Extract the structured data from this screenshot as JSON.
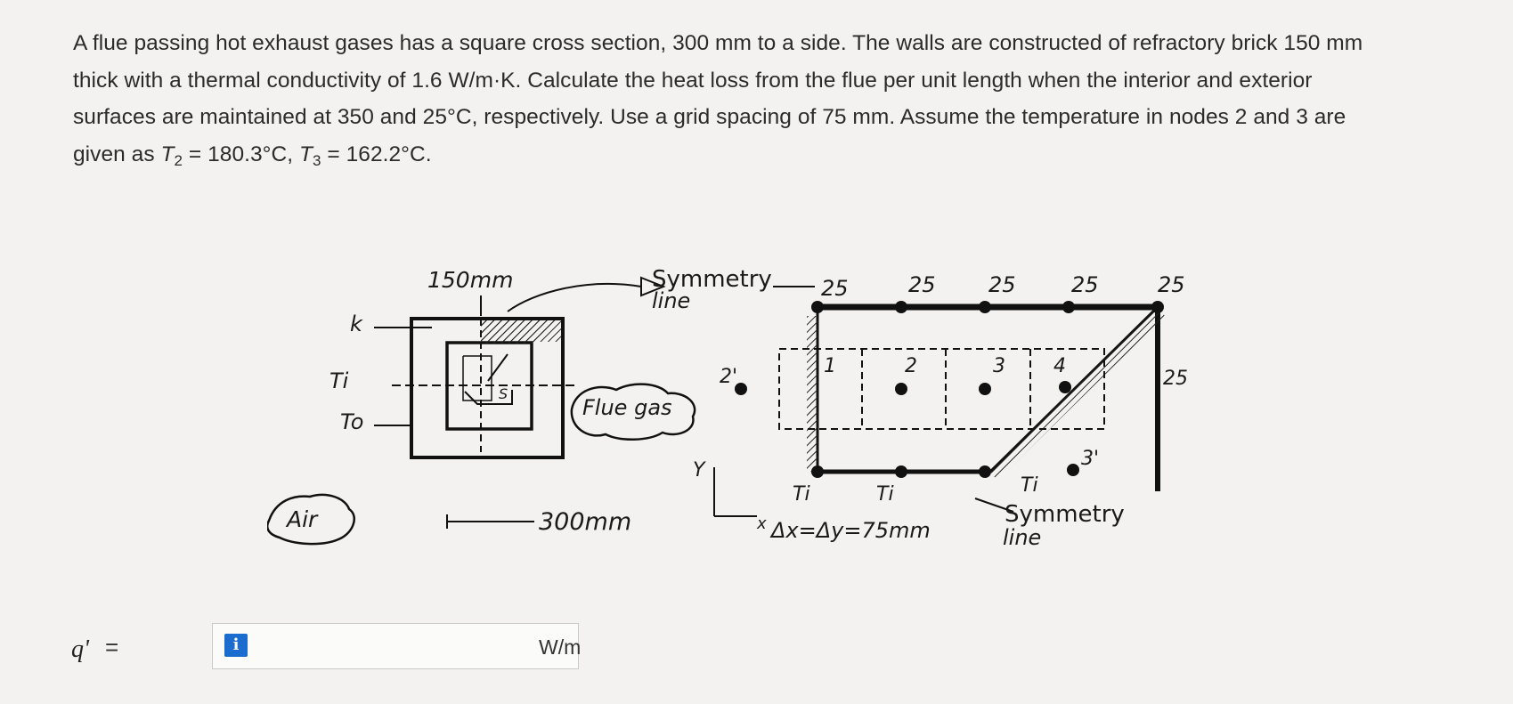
{
  "problem": {
    "line1": "A flue passing hot exhaust gases has a square cross section, 300 mm to a side. The walls are constructed of refractory brick 150 mm",
    "line2": "thick with a thermal conductivity of 1.6 W/m·K. Calculate the heat loss from the flue per unit length when the interior and exterior",
    "line3": "surfaces are maintained at 350 and 25°C, respectively. Use a grid spacing of 75 mm. Assume the temperature in nodes 2 and 3 are",
    "line4_prefix": "given as ",
    "T2_sym": "T",
    "T2_sub": "2",
    "T2_val": " = 180.3°C, ",
    "T3_sym": "T",
    "T3_sub": "3",
    "T3_val": " = 162.2°C."
  },
  "diagram": {
    "left": {
      "dim_150": "150mm",
      "k": "k",
      "Ti": "Ti",
      "To": "To",
      "air": "Air",
      "flue_gas": "Flue gas",
      "dim_300": "300mm",
      "s_label": "S"
    },
    "right": {
      "symmetry_top_1": "Symmetry",
      "symmetry_top_2": "line",
      "top_temps": [
        "25",
        "25",
        "25",
        "25",
        "25"
      ],
      "right_temp": "25",
      "nodes": [
        "1",
        "2",
        "3",
        "4"
      ],
      "node_2prime": "2'",
      "node_3prime": "3'",
      "Ti_labels": [
        "Ti",
        "Ti",
        "Ti"
      ],
      "axis_y": "Y",
      "axis_x": "x",
      "spacing": "Δx=Δy=75mm",
      "symmetry_bot_1": "Symmetry",
      "symmetry_bot_2": "line"
    }
  },
  "answer": {
    "label": "q'",
    "equals": "=",
    "info_icon": "i",
    "value": "",
    "unit": "W/m"
  },
  "colors": {
    "info_button": "#1a6dcf",
    "page_background": "#f3f2f1"
  }
}
